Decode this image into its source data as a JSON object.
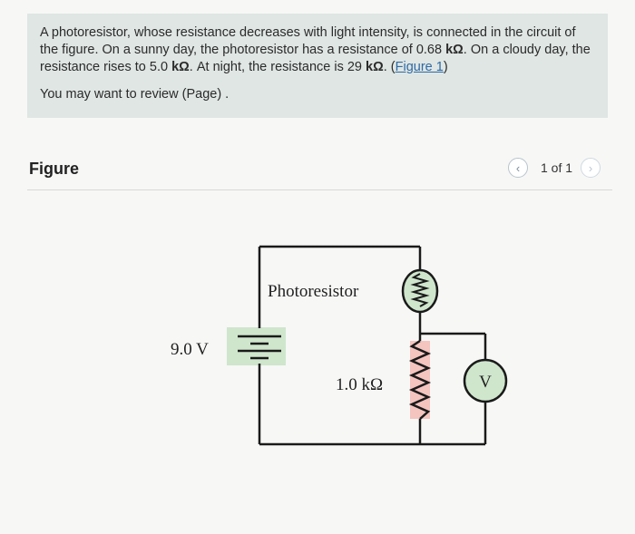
{
  "problem": {
    "line1_text": "A photoresistor, whose resistance decreases with light intensity, is connected in the circuit of the figure. On a sunny day, the photoresistor has a resistance of 0.68",
    "sunny_unit": "kΩ",
    "line2_text": ". On a cloudy day, the resistance rises to 5.0",
    "cloudy_unit": "kΩ",
    "line3_text": ". At night, the resistance is 29",
    "night_unit": "kΩ",
    "line4_text": ". (",
    "figure_link": "Figure 1",
    "line5_text": ")",
    "review_text": "You may want to review (Page) ."
  },
  "figure": {
    "title": "Figure",
    "pager_prev_glyph": "‹",
    "pager_next_glyph": "›",
    "pager_count": "1 of 1"
  },
  "circuit": {
    "photoresistor_label": "Photoresistor",
    "battery_label": "9.0 V",
    "resistor_label": "1.0 kΩ",
    "voltmeter_label": "V",
    "colors": {
      "battery_highlight": "#cfe6cc",
      "photoresistor_fill": "#cfe6cc",
      "resistor_fill": "#f4c4bf",
      "voltmeter_fill": "#cfe6cc",
      "wire": "#1a1a1a"
    }
  }
}
